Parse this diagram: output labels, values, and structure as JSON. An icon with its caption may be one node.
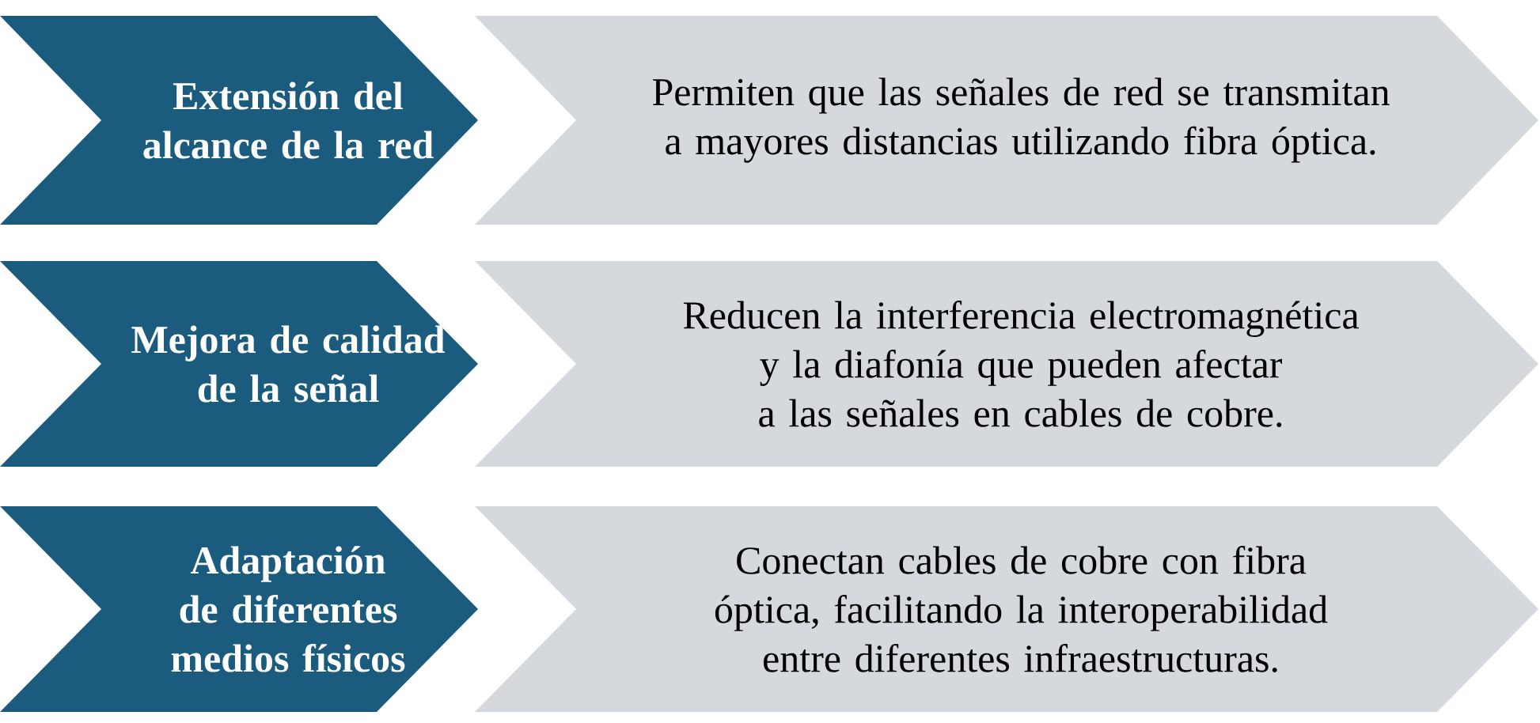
{
  "diagram": {
    "nodes": [
      {
        "text": [
          "Extensión del alcance de la red"
        ]
      },
      {
        "text": [
          "Permiten que las señales de red se transmitan a mayores distancias utilizando fibra óptica."
        ]
      },
      {
        "text": [
          "Mejora de calidad de la señal"
        ]
      },
      {
        "text": [
          "Reducen la interferencia electromagnética y la diafonía que pueden afectar a las señales en cables de cobre."
        ]
      },
      {
        "text": [
          "Adaptación de diferentes medios físicos"
        ]
      },
      {
        "text": [
          "Conectan cables de cobre con fibra óptica, facilitando la interoperabilidad entre diferentes infraestructuras."
        ]
      }
    ]
  }
}
